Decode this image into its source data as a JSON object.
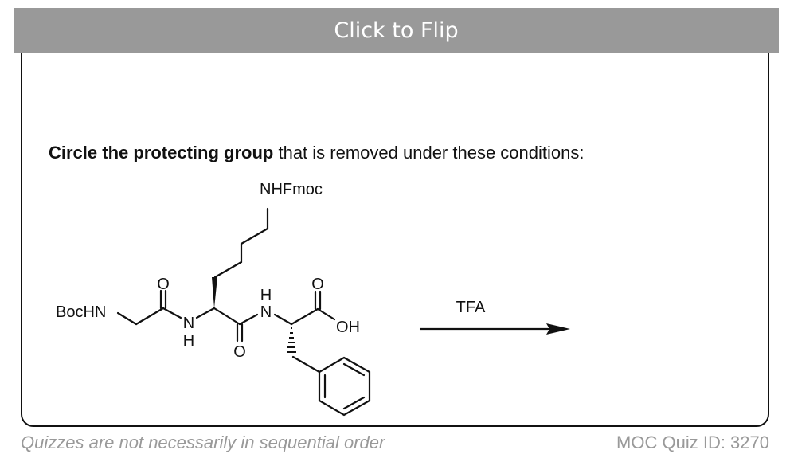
{
  "flip_button": {
    "label": "Click to Flip"
  },
  "question": {
    "bold_text": "Circle the protecting group",
    "rest_text": " that is removed under these conditions:"
  },
  "scheme": {
    "labels": {
      "boc_nh": "BocHN",
      "nh_fmoc": "NHFmoc",
      "oh": "OH",
      "o_top_1": "O",
      "o_top_2": "O",
      "o_bottom": "O",
      "n_1": "N",
      "h_1": "H",
      "n_2": "N",
      "h_2": "H"
    },
    "reagent": "TFA"
  },
  "footer": {
    "note": "Quizzes are not necessarily in sequential order",
    "quiz_id": "MOC Quiz ID: 3270"
  }
}
